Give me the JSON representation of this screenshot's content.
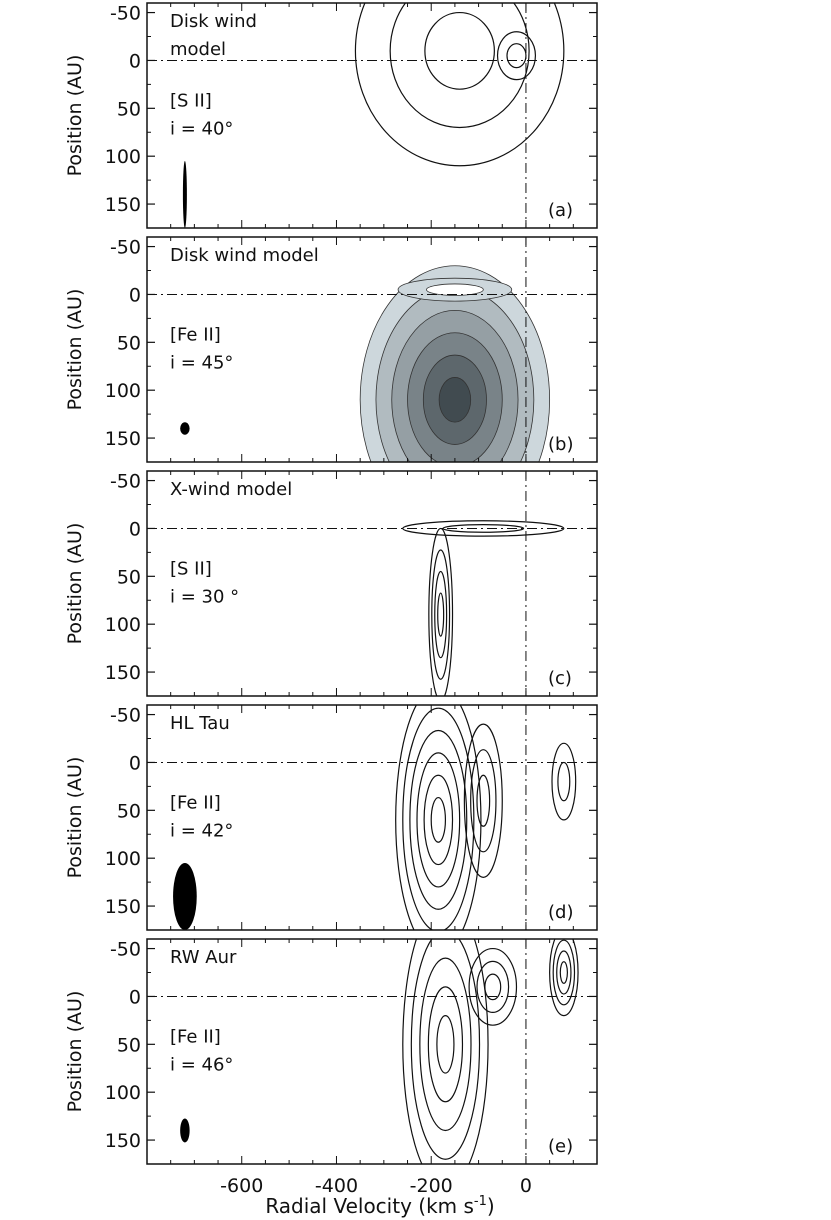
{
  "chart_data": [
    {
      "type": "contour",
      "panel_letter": "(a)",
      "label_lines": [
        "Disk wind",
        "model"
      ],
      "line": "[S II]",
      "inclination": "i = 40°",
      "style": "line",
      "beam": {
        "dx_kms": 0,
        "dy_au": 70
      },
      "blobs": [
        {
          "cx": -140,
          "cy": -10,
          "rx": 220,
          "ry": 120,
          "n": 3
        },
        {
          "cx": -20,
          "cy": -5,
          "rx": 40,
          "ry": 25,
          "n": 2
        }
      ]
    },
    {
      "type": "contour",
      "panel_letter": "(b)",
      "label_lines": [
        "Disk wind model"
      ],
      "line": "[Fe II]",
      "inclination": "i = 45°",
      "style": "filled",
      "beam": {
        "dx_kms": 20,
        "dy_au": 13
      },
      "blobs": [
        {
          "cx": -150,
          "cy": 110,
          "rx": 200,
          "ry": 140,
          "n": 6
        },
        {
          "cx": -150,
          "cy": -5,
          "rx": 120,
          "ry": 12,
          "n": 2
        }
      ]
    },
    {
      "type": "contour",
      "panel_letter": "(c)",
      "label_lines": [
        "X-wind model"
      ],
      "line": "[S II]",
      "inclination": "i = 30 °",
      "style": "line",
      "beam": null,
      "blobs": [
        {
          "cx": -180,
          "cy": 90,
          "rx": 25,
          "ry": 90,
          "n": 4
        },
        {
          "cx": -90,
          "cy": 0,
          "rx": 170,
          "ry": 8,
          "n": 2
        }
      ]
    },
    {
      "type": "contour",
      "panel_letter": "(d)",
      "label_lines": [
        "HL Tau"
      ],
      "line": "[Fe II]",
      "inclination": "i = 42°",
      "style": "line",
      "beam": {
        "dx_kms": 50,
        "dy_au": 70
      },
      "blobs": [
        {
          "cx": -185,
          "cy": 60,
          "rx": 90,
          "ry": 140,
          "n": 6
        },
        {
          "cx": -90,
          "cy": 40,
          "rx": 40,
          "ry": 80,
          "n": 3
        },
        {
          "cx": 80,
          "cy": 20,
          "rx": 25,
          "ry": 40,
          "n": 2
        }
      ]
    },
    {
      "type": "contour",
      "panel_letter": "(e)",
      "label_lines": [
        "RW Aur"
      ],
      "line": "[Fe II]",
      "inclination": "i = 46°",
      "style": "line",
      "beam": {
        "dx_kms": 20,
        "dy_au": 25
      },
      "blobs": [
        {
          "cx": -170,
          "cy": 50,
          "rx": 90,
          "ry": 150,
          "n": 5
        },
        {
          "cx": -70,
          "cy": -10,
          "rx": 50,
          "ry": 40,
          "n": 3
        },
        {
          "cx": 80,
          "cy": -25,
          "rx": 30,
          "ry": 45,
          "n": 4
        }
      ]
    }
  ],
  "axes": {
    "ylabel": "Position (AU)",
    "xlabel_main": "Radial Velocity (km s",
    "xlabel_sup": "-1",
    "xlabel_close": ")",
    "xlim": [
      -800,
      150
    ],
    "ylim": [
      -60,
      175
    ],
    "yticks": [
      -50,
      0,
      50,
      100,
      150
    ],
    "ytick_labels": [
      "-50",
      "0",
      "50",
      "100",
      "150"
    ],
    "xticks": [
      -600,
      -400,
      -200,
      0
    ],
    "xtick_labels": [
      "-600",
      "-400",
      "-200",
      "0"
    ]
  }
}
